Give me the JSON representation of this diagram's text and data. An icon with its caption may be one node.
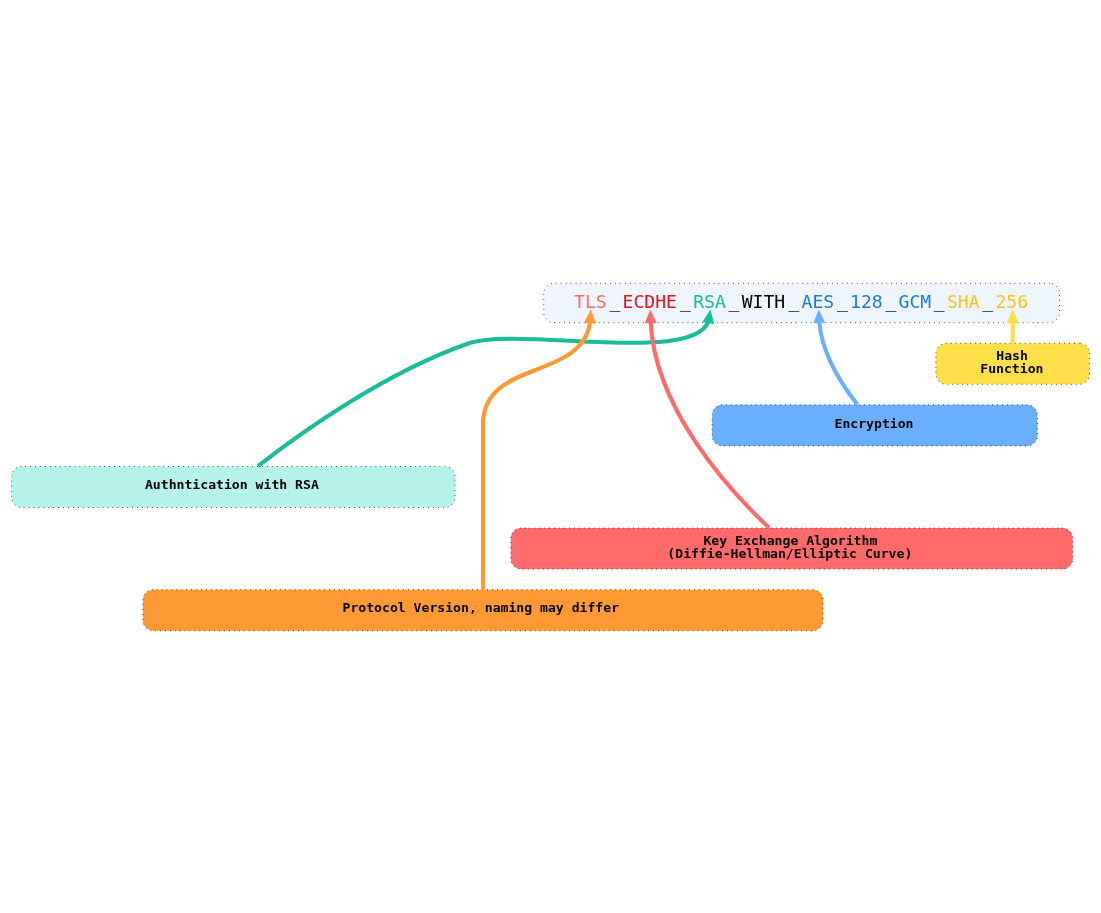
{
  "diagram": {
    "nodes": [
      {
        "text": [
          "TLS_ECDHE_RSA_WITH_AES_128_GCM_SHA_256"
        ]
      },
      {
        "text": [
          "Hash Function"
        ]
      },
      {
        "text": [
          "Encryption"
        ]
      },
      {
        "text": [
          "Authntication with RSA"
        ]
      },
      {
        "text": [
          "Key Exchange Algorithm (Diffie-Hellman/Elliptic Curve)"
        ]
      },
      {
        "text": [
          "Protocol Version, naming may differ"
        ]
      }
    ],
    "edges": [
      {
        "from": 1,
        "to": 0,
        "arrow": "to",
        "color": "#ffdd44"
      },
      {
        "from": 2,
        "to": 0,
        "arrow": "to",
        "color": "#6aaeff"
      },
      {
        "from": 3,
        "to": 0,
        "arrow": "to",
        "color": "#1abc9c"
      },
      {
        "from": 4,
        "to": 0,
        "arrow": "to",
        "color": "#ff6b6b"
      },
      {
        "from": 5,
        "to": 0,
        "arrow": "to",
        "color": "#ff9933"
      }
    ]
  }
}
